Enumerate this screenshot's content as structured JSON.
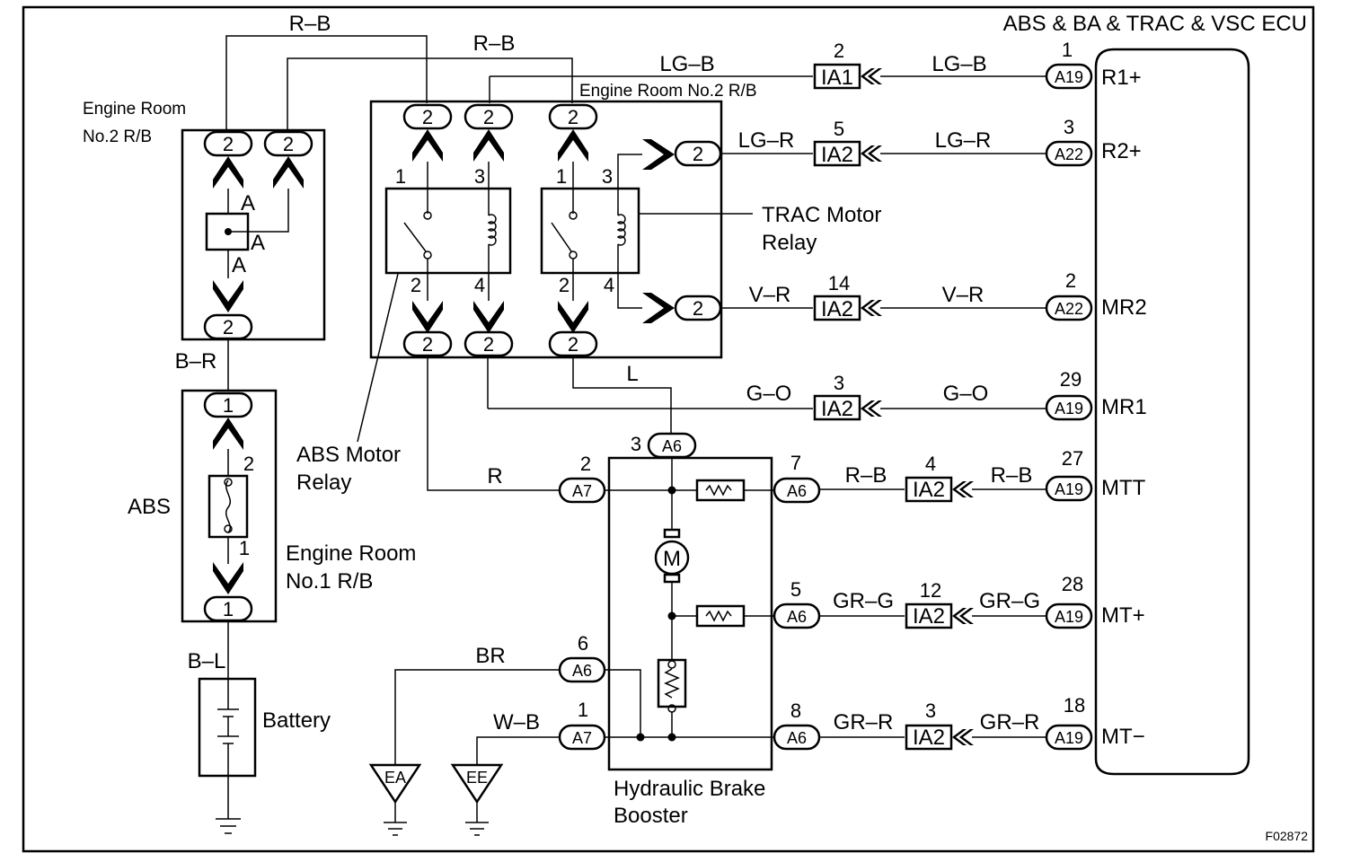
{
  "ecu": {
    "title": "ABS & BA & TRAC & VSC ECU",
    "terminals": [
      {
        "pin": "1",
        "connector": "A19",
        "name": "R1+"
      },
      {
        "pin": "3",
        "connector": "A22",
        "name": "R2+"
      },
      {
        "pin": "2",
        "connector": "A22",
        "name": "MR2"
      },
      {
        "pin": "29",
        "connector": "A19",
        "name": "MR1"
      },
      {
        "pin": "27",
        "connector": "A19",
        "name": "MTT"
      },
      {
        "pin": "28",
        "connector": "A19",
        "name": "MT+"
      },
      {
        "pin": "18",
        "connector": "A19",
        "name": "MT−"
      }
    ]
  },
  "junctions": [
    {
      "pin": "2",
      "id": "IA1"
    },
    {
      "pin": "5",
      "id": "IA2"
    },
    {
      "pin": "14",
      "id": "IA2"
    },
    {
      "pin": "3",
      "id": "IA2"
    },
    {
      "pin": "4",
      "id": "IA2"
    },
    {
      "pin": "12",
      "id": "IA2"
    },
    {
      "pin": "3",
      "id": "IA2"
    }
  ],
  "wires": {
    "r1": "LG–B",
    "r2": "LG–R",
    "mr2": "V–R",
    "mr1": "G–O",
    "mtt": "R–B",
    "mtp": "GR–G",
    "mtm": "GR–R",
    "top_rb": "R–B",
    "br": "B–R",
    "bl": "B–L",
    "r": "R",
    "l": "L",
    "brn": "BR",
    "wb": "W–B"
  },
  "labels": {
    "engine_room_2_rb": "Engine Room No.2 R/B",
    "engine_room_2_left_line1": "Engine Room",
    "engine_room_2_left_line2": "No.2 R/B",
    "engine_room_1_line1": "Engine Room",
    "engine_room_1_line2": "No.1 R/B",
    "abs": "ABS",
    "battery": "Battery",
    "trac_relay_line1": "TRAC Motor",
    "trac_relay_line2": "Relay",
    "abs_relay_line1": "ABS Motor",
    "abs_relay_line2": "Relay",
    "booster_line1": "Hydraulic Brake",
    "booster_line2": "Booster",
    "motor": "M",
    "ground_ea": "EA",
    "ground_ee": "EE",
    "figure_id": "F02872",
    "fusible_link_point": "A"
  },
  "pins": {
    "two": "2",
    "one": "1",
    "three": "3",
    "four": "4",
    "six": "6",
    "seven": "7",
    "five": "5",
    "eight": "8"
  },
  "connectors": {
    "a6": "A6",
    "a7": "A7"
  }
}
